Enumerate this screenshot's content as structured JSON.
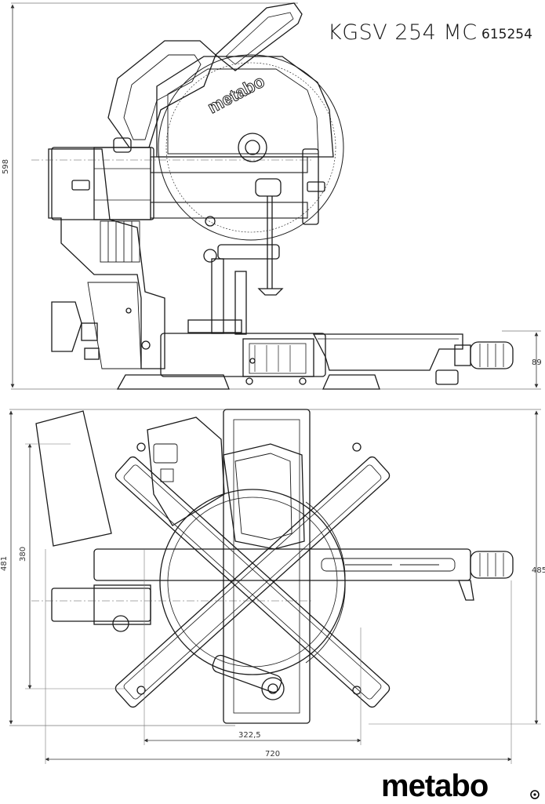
{
  "header": {
    "model": "KGSV 254 MC",
    "part_number": "615254"
  },
  "dimensions": {
    "side_height": "598",
    "side_base_height": "89",
    "top_depth_outer": "481",
    "top_depth_inner": "380",
    "top_depth_right": "485",
    "top_width_inner": "322,5",
    "top_width_total": "720"
  },
  "brand": {
    "logo_text": "metabo",
    "housing_text": "metabo",
    "icon": "saw-blade-icon"
  }
}
